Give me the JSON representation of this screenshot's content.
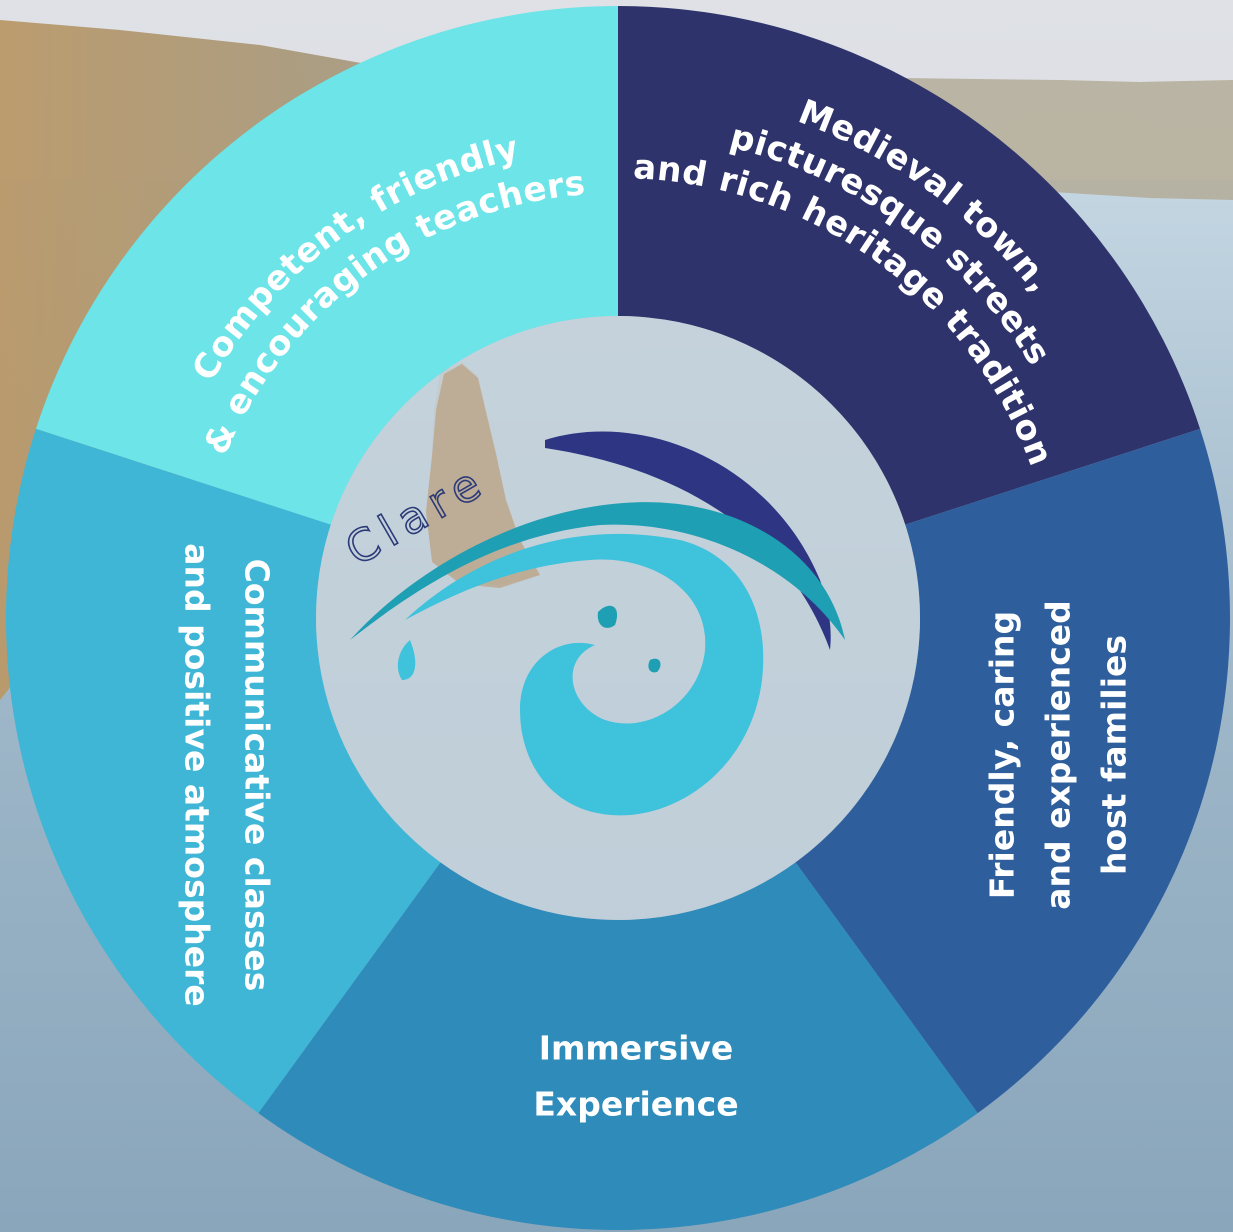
{
  "diagram": {
    "segments": [
      {
        "id": "teachers",
        "lines": [
          "Competent, friendly",
          "& encouraging teachers"
        ],
        "color": "#6ce4e8"
      },
      {
        "id": "town",
        "lines": [
          "Medieval town,",
          "picturesque streets",
          "and rich heritage tradition"
        ],
        "color": "#2f336b"
      },
      {
        "id": "families",
        "lines": [
          "Friendly, caring",
          "and experienced",
          "host families"
        ],
        "color": "#2e5f9c"
      },
      {
        "id": "immersive",
        "lines": [
          "Immersive",
          "Experience"
        ],
        "color": "#2e8bba"
      },
      {
        "id": "classes",
        "lines": [
          "Communicative classes",
          "and  positive atmosphere"
        ],
        "color": "#3fb6d6"
      }
    ],
    "logo": {
      "text": "Clare",
      "colors": {
        "dark_arc": "#2e3683",
        "teal_arc": "#1f9fb3",
        "wave": "#3fc2dc",
        "text": "#2c3a78"
      }
    }
  }
}
